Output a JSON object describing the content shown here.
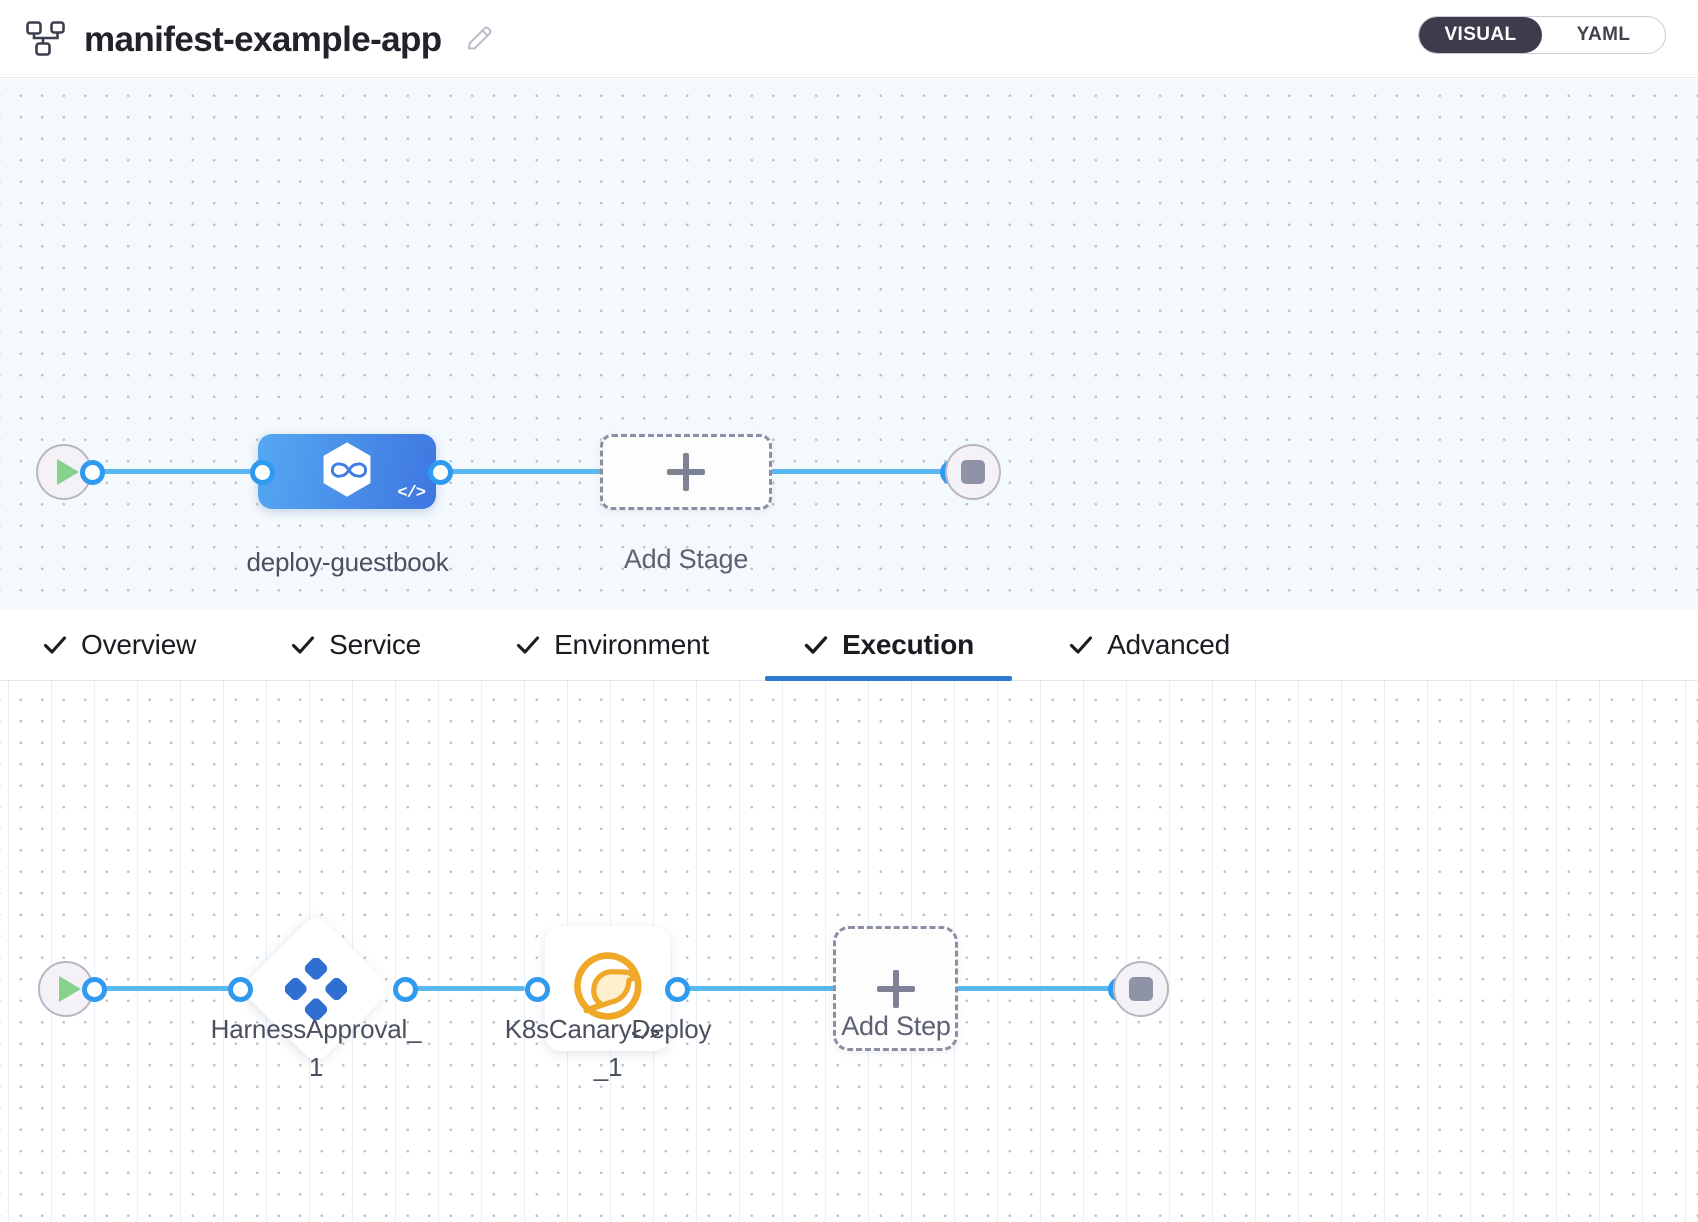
{
  "header": {
    "pipeline_icon": "pipeline-icon",
    "title": "manifest-example-app",
    "edit_icon": "pencil-edit-icon",
    "view_toggle": {
      "visual_label": "VISUAL",
      "yaml_label": "YAML",
      "selected": "VISUAL"
    }
  },
  "stage_canvas": {
    "start_node": {
      "name": "pipeline-start",
      "icon": "play-icon"
    },
    "stage": {
      "label": "deploy-guestbook",
      "icon": "harness-cd-hexagon-icon",
      "code_badge": "</>"
    },
    "add_stage": {
      "label": "Add Stage",
      "icon": "plus-icon"
    },
    "end_node": {
      "name": "pipeline-end",
      "icon": "stop-icon"
    }
  },
  "tabs": [
    {
      "label": "Overview",
      "checked": true,
      "active": false
    },
    {
      "label": "Service",
      "checked": true,
      "active": false
    },
    {
      "label": "Environment",
      "checked": true,
      "active": false
    },
    {
      "label": "Execution",
      "checked": true,
      "active": true
    },
    {
      "label": "Advanced",
      "checked": true,
      "active": false
    }
  ],
  "execution_canvas": {
    "start_node": {
      "name": "execution-start",
      "icon": "play-icon"
    },
    "steps": [
      {
        "label": "HarnessApproval_1",
        "icon": "harness-approval-icon",
        "shape": "diamond"
      },
      {
        "label": "K8sCanaryDeploy_1",
        "icon": "canary-bird-icon",
        "shape": "square",
        "code_badge": "</>"
      }
    ],
    "add_step": {
      "label": "Add Step",
      "icon": "plus-icon"
    },
    "end_node": {
      "name": "execution-end",
      "icon": "stop-icon"
    }
  },
  "colors": {
    "accent_blue": "#2b7ad1",
    "edge_blue": "#5ab8f0",
    "stage_gradient_from": "#55a8f2",
    "stage_gradient_to": "#3e76e0",
    "approval_icon": "#2f6fd0",
    "canary_icon": "#f0a829",
    "toggle_active_bg": "#3c3c4c",
    "play_green": "#86d28c"
  }
}
